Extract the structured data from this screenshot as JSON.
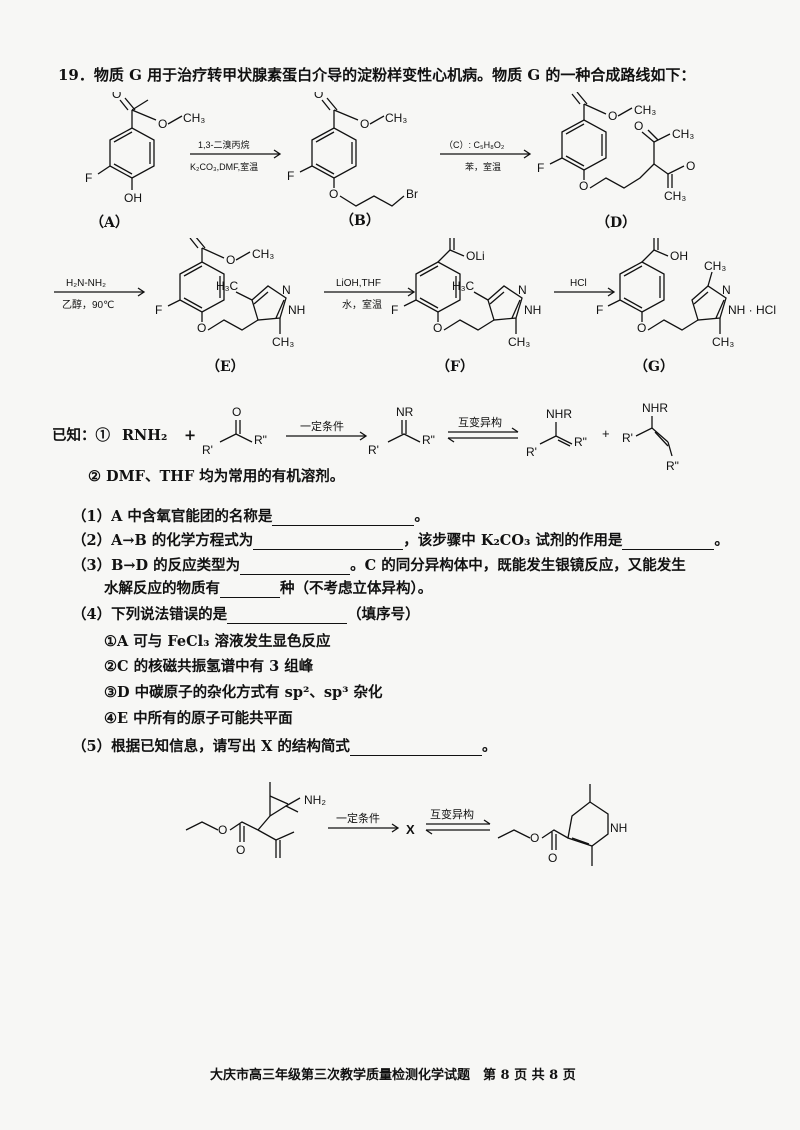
{
  "question": {
    "title": "19．物质 G 用于治疗转甲状腺素蛋白介导的淀粉样变性心机病。物质 G 的一种合成路线如下："
  },
  "scheme": {
    "compound_labels": [
      "（A）",
      "（B）",
      "（D）",
      "（E）",
      "（F）",
      "（G）"
    ],
    "arrow1_top": "1,3-二溴丙烷",
    "arrow1_bottom": "K₂CO₃,DMF,室温",
    "arrow2_top": "（C）: C₅H₈O₂",
    "arrow2_bottom": "苯，室温",
    "arrow3_top": "H₂N-NH₂",
    "arrow3_bottom": "乙醇，90℃",
    "arrow4_top": "LiOH,THF",
    "arrow4_bottom": "水，室温",
    "arrow5_top": "HCl",
    "atoms": {
      "F": "F",
      "OH": "OH",
      "O": "O",
      "Br": "Br",
      "CH3": "CH₃",
      "H3C": "H₃C",
      "N": "N",
      "NH": "NH",
      "OLi": "OLi",
      "NH_HCl": "NH · HCl",
      "NH2": "NH₂"
    }
  },
  "known": {
    "prefix": "已知：①",
    "reagent": "RNH₂",
    "plus": "+",
    "condition": "一定条件",
    "tautomer": "互变异构",
    "R1": "R'",
    "R2": "R\"",
    "NR": "NR",
    "NHR": "NHR",
    "note2": "② DMF、THF 均为常用的有机溶剂。"
  },
  "sub_questions": {
    "q1": "（1）A 中含氧官能团的名称是",
    "q1_end": "。",
    "q2a": "（2）A→B 的化学方程式为",
    "q2b": "，该步骤中 K₂CO₃ 试剂的作用是",
    "q2_end": "。",
    "q3a": "（3）B→D 的反应类型为",
    "q3b": "。C 的同分异构体中，既能发生银镜反应，又能发生",
    "q3c": "水解反应的物质有",
    "q3d": "种（不考虑立体异构）。",
    "q4": "（4）下列说法错误的是",
    "q4_hint": "（填序号）",
    "q4_opts": [
      "①A 可与 FeCl₃ 溶液发生显色反应",
      "②C 的核磁共振氢谱中有 3 组峰",
      "③D 中碳原子的杂化方式有 sp²、sp³ 杂化",
      "④E 中所有的原子可能共平面"
    ],
    "q5": "（5）根据已知信息，请写出 X 的结构简式",
    "q5_end": "。"
  },
  "bottom_scheme": {
    "condition": "一定条件",
    "X": "X",
    "tautomer": "互变异构"
  },
  "footer": "大庆市高三年级第三次教学质量检测化学试题　第 8 页 共 8 页"
}
